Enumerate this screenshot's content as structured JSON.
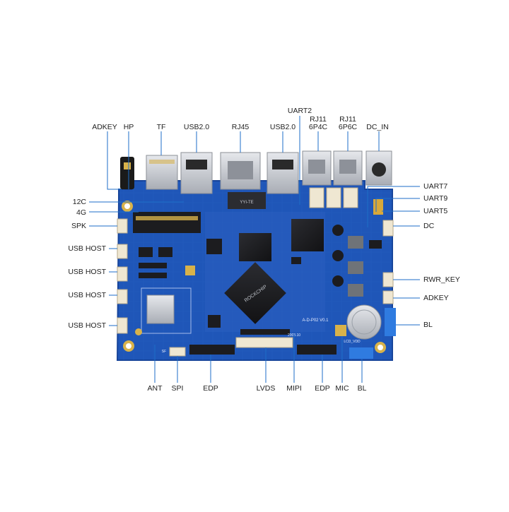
{
  "colors": {
    "board": "#1f56b8",
    "board_dark": "#163f8c",
    "board_edge": "#2a66cc",
    "leader": "#1e6ec8",
    "silver": "#c9ccd2",
    "chip": "#1c1c1f",
    "gold": "#d8b24a",
    "connector": "#efe7d2",
    "background": "#ffffff"
  },
  "labels": {
    "top": {
      "adkey": "ADKEY",
      "hp": "HP",
      "tf": "TF",
      "usb_left": "USB2.0",
      "rj45": "RJ45",
      "usb_right": "USB2.0",
      "uart2": "UART2",
      "rj11_a_line1": "RJ11",
      "rj11_a_line2": "6P4C",
      "rj11_b_line1": "RJ11",
      "rj11_b_line2": "6P6C",
      "dc_in": "DC_IN"
    },
    "left": {
      "i2c": "12C",
      "g4": "4G",
      "spk": "SPK",
      "usb_host_1": "USB HOST",
      "usb_host_2": "USB HOST",
      "usb_host_3": "USB HOST",
      "usb_host_4": "USB HOST"
    },
    "right": {
      "uart7": "UART7",
      "uart9": "UART9",
      "uart5": "UART5",
      "dc": "DC",
      "pwr_key": "RWR_KEY",
      "adkey": "ADKEY",
      "bl": "BL"
    },
    "bottom": {
      "ant": "ANT",
      "spi": "SPI",
      "edp_left": "EDP",
      "lvds": "LVDS",
      "mipi": "MIPI",
      "edp_right": "EDP",
      "mic": "MIC",
      "bl": "BL"
    }
  },
  "board_text": {
    "wifi_module": "YYI-TE",
    "board_model": "A-D-P02 V0.1",
    "soc": "ROCKCHIP",
    "date_code": "2003.10",
    "sf_label": "SF",
    "lcd_label": "LCD_VDD"
  }
}
